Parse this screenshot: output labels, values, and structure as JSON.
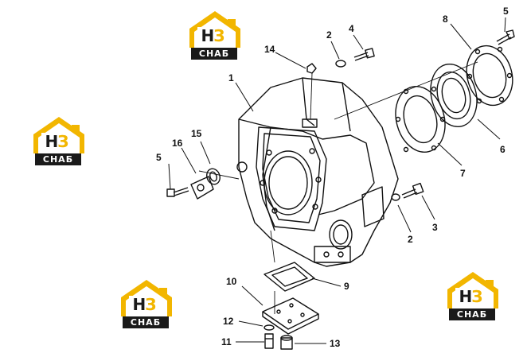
{
  "logos": [
    {
      "letters": "Н",
      "accent": "З",
      "sub": "СНАБ"
    },
    {
      "letters": "Н",
      "accent": "З",
      "sub": "СНАБ"
    },
    {
      "letters": "Н",
      "accent": "З",
      "sub": "СНАБ"
    },
    {
      "letters": "Н",
      "accent": "З",
      "sub": "СНАБ"
    }
  ],
  "colors": {
    "logo_yellow": "#f2b600",
    "logo_dark": "#1a1a1a",
    "line": "#111111"
  },
  "callouts": [
    "1",
    "2",
    "2",
    "3",
    "4",
    "5",
    "5",
    "6",
    "7",
    "8",
    "9",
    "10",
    "11",
    "12",
    "13",
    "14",
    "15",
    "16"
  ]
}
